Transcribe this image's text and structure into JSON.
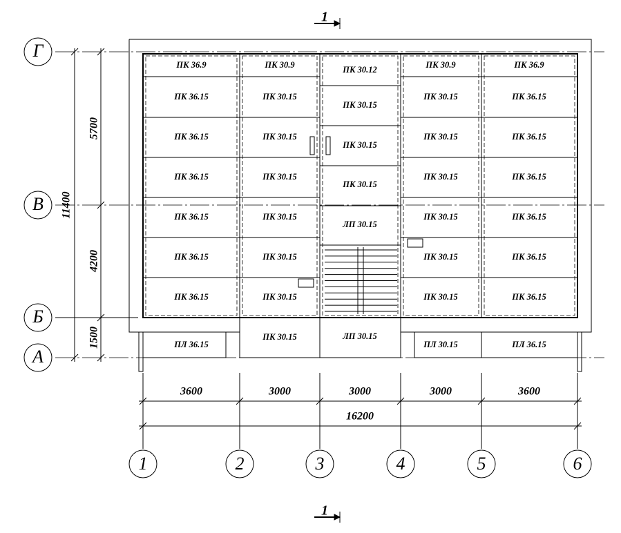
{
  "section_marks": {
    "label": "1"
  },
  "axes": {
    "letters": [
      {
        "id": "G",
        "label": "Г"
      },
      {
        "id": "V",
        "label": "В"
      },
      {
        "id": "B",
        "label": "Б"
      },
      {
        "id": "A",
        "label": "А"
      }
    ],
    "numbers": [
      {
        "id": "1",
        "label": "1"
      },
      {
        "id": "2",
        "label": "2"
      },
      {
        "id": "3",
        "label": "3"
      },
      {
        "id": "4",
        "label": "4"
      },
      {
        "id": "5",
        "label": "5"
      },
      {
        "id": "6",
        "label": "6"
      }
    ]
  },
  "dimensions": {
    "horizontal": [
      "3600",
      "3000",
      "3000",
      "3000",
      "3600"
    ],
    "horizontal_total": "16200",
    "vertical": [
      "5700",
      "4200",
      "1500"
    ],
    "vertical_total": "11400"
  },
  "slabs": {
    "col1": [
      "ПК 36.9",
      "ПК 36.15",
      "ПК 36.15",
      "ПК 36.15",
      "ПК 36.15",
      "ПК 36.15",
      "ПК 36.15",
      "ПЛ 36.15"
    ],
    "col2": [
      "ПК 30.9",
      "ПК 30.15",
      "ПК 30.15",
      "ПК 30.15",
      "ПК 30.15",
      "ПК 30.15",
      "ПК 30.15",
      "ПК 30.15"
    ],
    "col3": [
      "ПК 30.12",
      "ПК 30.15",
      "ПК 30.15",
      "ПК 30.15",
      "ЛП 30.15",
      "ЛП 30.15"
    ],
    "col4": [
      "ПК 30.9",
      "ПК 30.15",
      "ПК 30.15",
      "ПК 30.15",
      "ПК 30.15",
      "ПК 30.15",
      "ПК 30.15",
      "ПЛ 30.15"
    ],
    "col5": [
      "ПК 36.9",
      "ПК 36.15",
      "ПК 36.15",
      "ПК 36.15",
      "ПК 36.15",
      "ПК 36.15",
      "ПК 36.15",
      "ПЛ 36.15"
    ]
  }
}
